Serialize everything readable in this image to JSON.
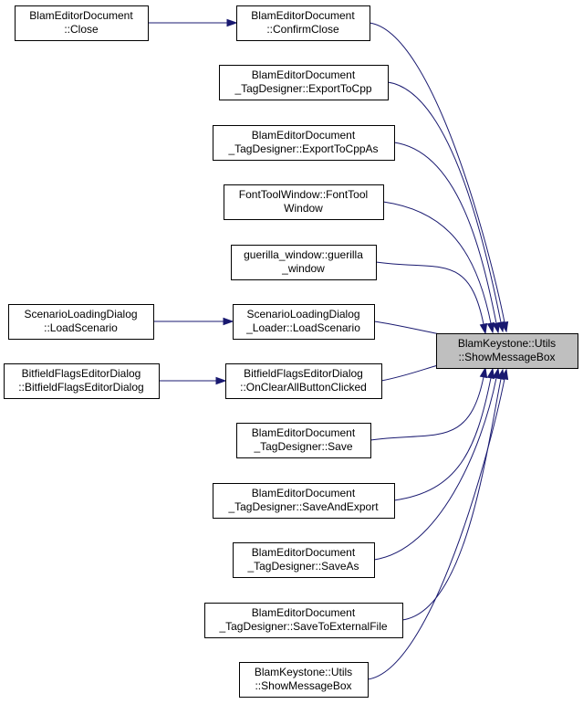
{
  "diagram": {
    "type": "doxygen-caller-graph",
    "colors": {
      "edge": "#191970",
      "node_border": "#000000",
      "node_fill": "#ffffff",
      "focus_fill": "#bfbfbf"
    },
    "focus": {
      "id": "focus",
      "lines": [
        "BlamKeystone::Utils",
        "::ShowMessageBox"
      ]
    },
    "nodes": [
      {
        "id": "close",
        "lines": [
          "BlamEditorDocument",
          "::Close"
        ]
      },
      {
        "id": "confirmclose",
        "lines": [
          "BlamEditorDocument",
          "::ConfirmClose"
        ]
      },
      {
        "id": "exporttocpp",
        "lines": [
          "BlamEditorDocument",
          "_TagDesigner::ExportToCpp"
        ]
      },
      {
        "id": "exporttocppas",
        "lines": [
          "BlamEditorDocument",
          "_TagDesigner::ExportToCppAs"
        ]
      },
      {
        "id": "fonttool",
        "lines": [
          "FontToolWindow::FontTool",
          "Window"
        ]
      },
      {
        "id": "guerilla",
        "lines": [
          "guerilla_window::guerilla",
          "_window"
        ]
      },
      {
        "id": "sld",
        "lines": [
          "ScenarioLoadingDialog",
          "::LoadScenario"
        ]
      },
      {
        "id": "sldloader",
        "lines": [
          "ScenarioLoadingDialog",
          "_Loader::LoadScenario"
        ]
      },
      {
        "id": "bfed",
        "lines": [
          "BitfieldFlagsEditorDialog",
          "::BitfieldFlagsEditorDialog"
        ]
      },
      {
        "id": "bfedclear",
        "lines": [
          "BitfieldFlagsEditorDialog",
          "::OnClearAllButtonClicked"
        ]
      },
      {
        "id": "save",
        "lines": [
          "BlamEditorDocument",
          "_TagDesigner::Save"
        ]
      },
      {
        "id": "saveandexport",
        "lines": [
          "BlamEditorDocument",
          "_TagDesigner::SaveAndExport"
        ]
      },
      {
        "id": "saveas",
        "lines": [
          "BlamEditorDocument",
          "_TagDesigner::SaveAs"
        ]
      },
      {
        "id": "saveext",
        "lines": [
          "BlamEditorDocument",
          "_TagDesigner::SaveToExternalFile"
        ]
      },
      {
        "id": "showmsg",
        "lines": [
          "BlamKeystone::Utils",
          "::ShowMessageBox"
        ]
      }
    ],
    "edges": [
      {
        "from": "close",
        "to": "confirmclose"
      },
      {
        "from": "confirmclose",
        "to": "focus"
      },
      {
        "from": "exporttocpp",
        "to": "focus"
      },
      {
        "from": "exporttocppas",
        "to": "focus"
      },
      {
        "from": "fonttool",
        "to": "focus"
      },
      {
        "from": "guerilla",
        "to": "focus"
      },
      {
        "from": "sld",
        "to": "sldloader"
      },
      {
        "from": "sldloader",
        "to": "focus"
      },
      {
        "from": "bfed",
        "to": "bfedclear"
      },
      {
        "from": "bfedclear",
        "to": "focus"
      },
      {
        "from": "save",
        "to": "focus"
      },
      {
        "from": "saveandexport",
        "to": "focus"
      },
      {
        "from": "saveas",
        "to": "focus"
      },
      {
        "from": "saveext",
        "to": "focus"
      },
      {
        "from": "showmsg",
        "to": "focus"
      }
    ]
  }
}
